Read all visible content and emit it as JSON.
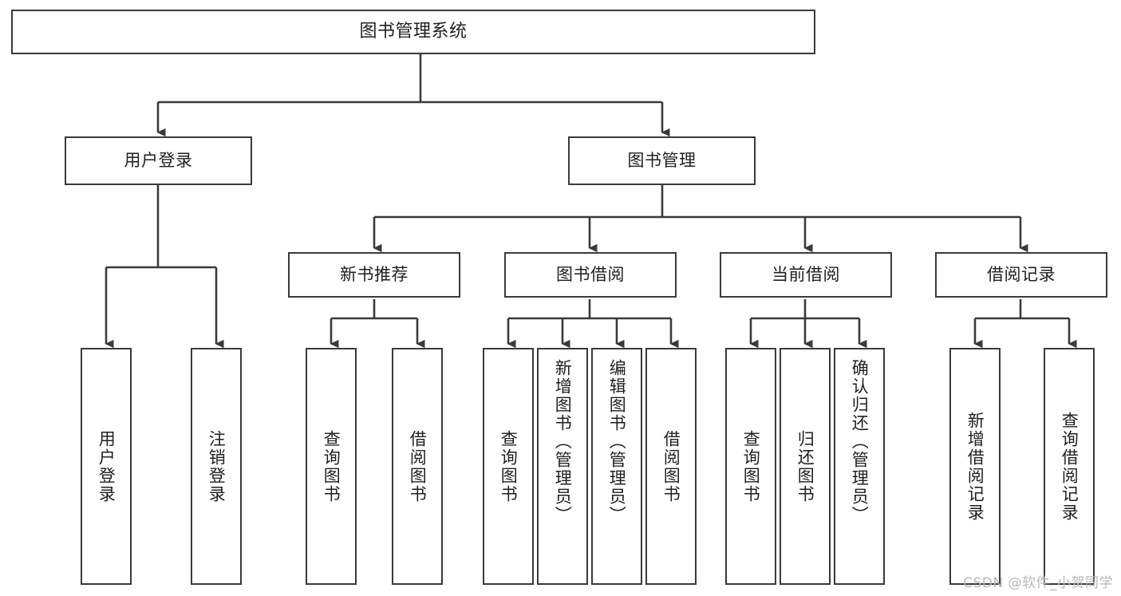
{
  "diagram": {
    "title": "图书管理系统",
    "type": "tree-hierarchy",
    "watermark": "CSDN @软件_小贺同学",
    "colors": {
      "background": "#ffffff",
      "box_border": "#3a3a3a",
      "box_fill": "#ffffff",
      "text": "#1f1f1f",
      "edge": "#3a3a3a",
      "watermark": "#b7b7b7"
    },
    "root": {
      "label": "图书管理系统"
    },
    "level1": [
      {
        "id": "user-login",
        "label": "用户登录"
      },
      {
        "id": "book-manage",
        "label": "图书管理"
      }
    ],
    "level2": [
      {
        "id": "new-book-rec",
        "label": "新书推荐",
        "parent": "book-manage"
      },
      {
        "id": "book-borrow",
        "label": "图书借阅",
        "parent": "book-manage"
      },
      {
        "id": "current-borrow",
        "label": "当前借阅",
        "parent": "book-manage"
      },
      {
        "id": "borrow-record",
        "label": "借阅记录",
        "parent": "book-manage"
      }
    ],
    "leaves": {
      "user-login": [
        {
          "id": "leaf-user-login",
          "label": "用户登录"
        },
        {
          "id": "leaf-user-logout",
          "label": "注销登录"
        }
      ],
      "new-book-rec": [
        {
          "id": "leaf-query-book-1",
          "label": "查询图书"
        },
        {
          "id": "leaf-borrow-book-1",
          "label": "借阅图书"
        }
      ],
      "book-borrow": [
        {
          "id": "leaf-query-book-2",
          "label": "查询图书"
        },
        {
          "id": "leaf-add-book",
          "label": "新增图书（管理员）"
        },
        {
          "id": "leaf-edit-book",
          "label": "编辑图书（管理员）"
        },
        {
          "id": "leaf-borrow-book-2",
          "label": "借阅图书"
        }
      ],
      "current-borrow": [
        {
          "id": "leaf-query-book-3",
          "label": "查询图书"
        },
        {
          "id": "leaf-return-book",
          "label": "归还图书"
        },
        {
          "id": "leaf-confirm-return",
          "label": "确认归还（管理员）"
        }
      ],
      "borrow-record": [
        {
          "id": "leaf-add-record",
          "label": "新增借阅记录"
        },
        {
          "id": "leaf-query-record",
          "label": "查询借阅记录"
        }
      ]
    }
  }
}
